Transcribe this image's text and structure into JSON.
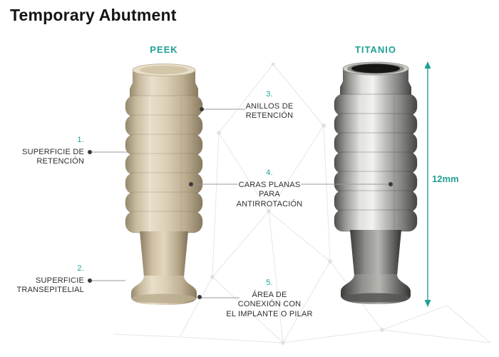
{
  "title": "Temporary Abutment",
  "products": {
    "left": {
      "label": "PEEK"
    },
    "right": {
      "label": "TITANIO"
    }
  },
  "annotations": {
    "a1": {
      "num": "1.",
      "lines": [
        "SUPERFICIE DE",
        "RETENCIÓN"
      ]
    },
    "a2": {
      "num": "2.",
      "lines": [
        "SUPERFICIE",
        "TRANSEPITELIAL"
      ]
    },
    "a3": {
      "num": "3.",
      "lines": [
        "ANILLOS DE",
        "RETENCIÓN"
      ]
    },
    "a4": {
      "num": "4.",
      "lines": [
        "CARAS PLANAS",
        "PARA",
        "ANTIRROTACIÓN"
      ]
    },
    "a5": {
      "num": "5.",
      "lines": [
        "ÁREA DE",
        "CONEXIÓN CON",
        "EL IMPLANTE O PILAR"
      ]
    }
  },
  "dimension": {
    "label": "12mm"
  },
  "colors": {
    "accent": "#1fa193",
    "text": "#2e2e2e",
    "title": "#141414",
    "peek": "#d8cbb0",
    "titanium": "#9a9a96"
  }
}
